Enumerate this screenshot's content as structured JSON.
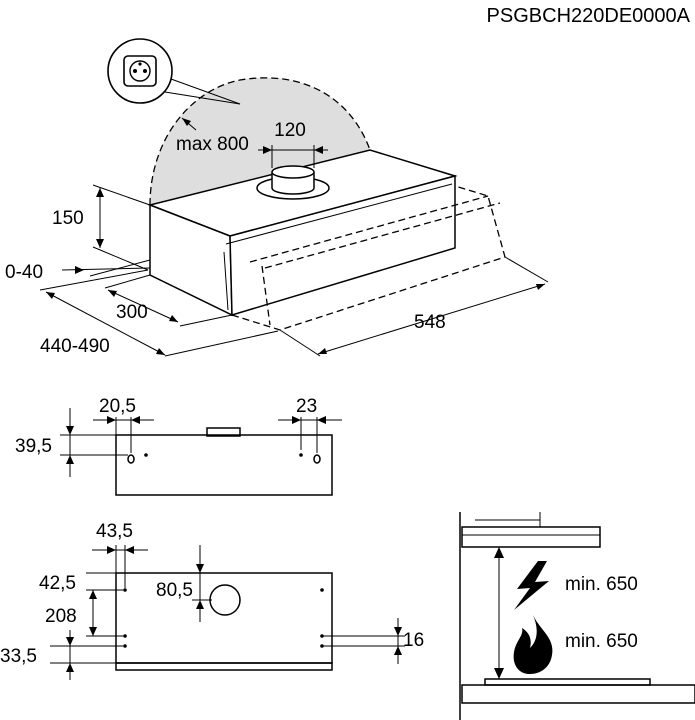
{
  "product_code": "PSGBCH220DE0000A",
  "top_view": {
    "max_cable": "max 800",
    "duct_diameter": "120",
    "height": "150",
    "depth_offset": "0-40",
    "depth": "300",
    "install_depth": "440-490",
    "width": "548",
    "socket_icon": "power-socket-icon"
  },
  "front_view": {
    "left_offset": "20,5",
    "right_offset": "23",
    "vertical_offset": "39,5"
  },
  "bottom_view": {
    "hole_x": "43,5",
    "hole_y_top": "42,5",
    "hole_spacing": "208",
    "hole_y_bottom": "33,5",
    "duct_offset": "80,5",
    "right_offset": "16"
  },
  "clearance": {
    "electric_label": "min. 650",
    "gas_label": "min. 650",
    "electric_icon": "lightning-icon",
    "gas_icon": "flame-icon"
  }
}
